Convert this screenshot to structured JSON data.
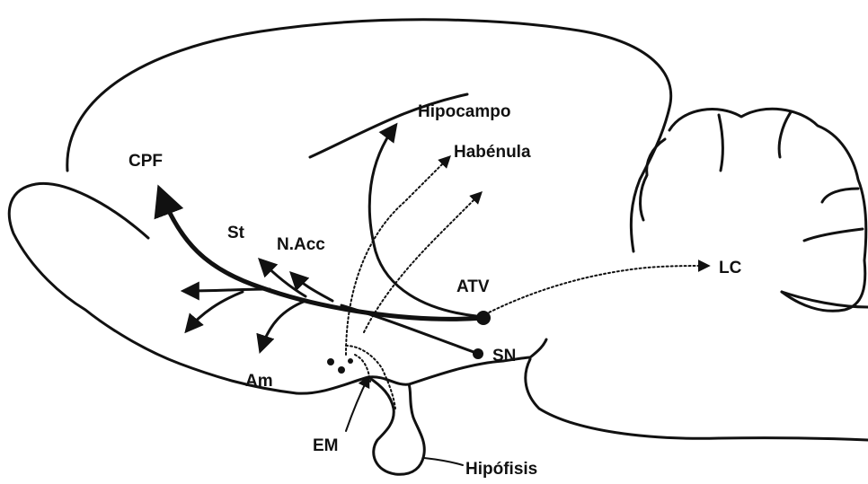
{
  "labels": {
    "hipocampo": "Hipocampo",
    "habenula": "Habénula",
    "cpf": "CPF",
    "st": "St",
    "nacc": "N.Acc",
    "atv": "ATV",
    "lc": "LC",
    "sn": "SN",
    "am": "Am",
    "em": "EM",
    "hipofisis": "Hipófisis"
  }
}
